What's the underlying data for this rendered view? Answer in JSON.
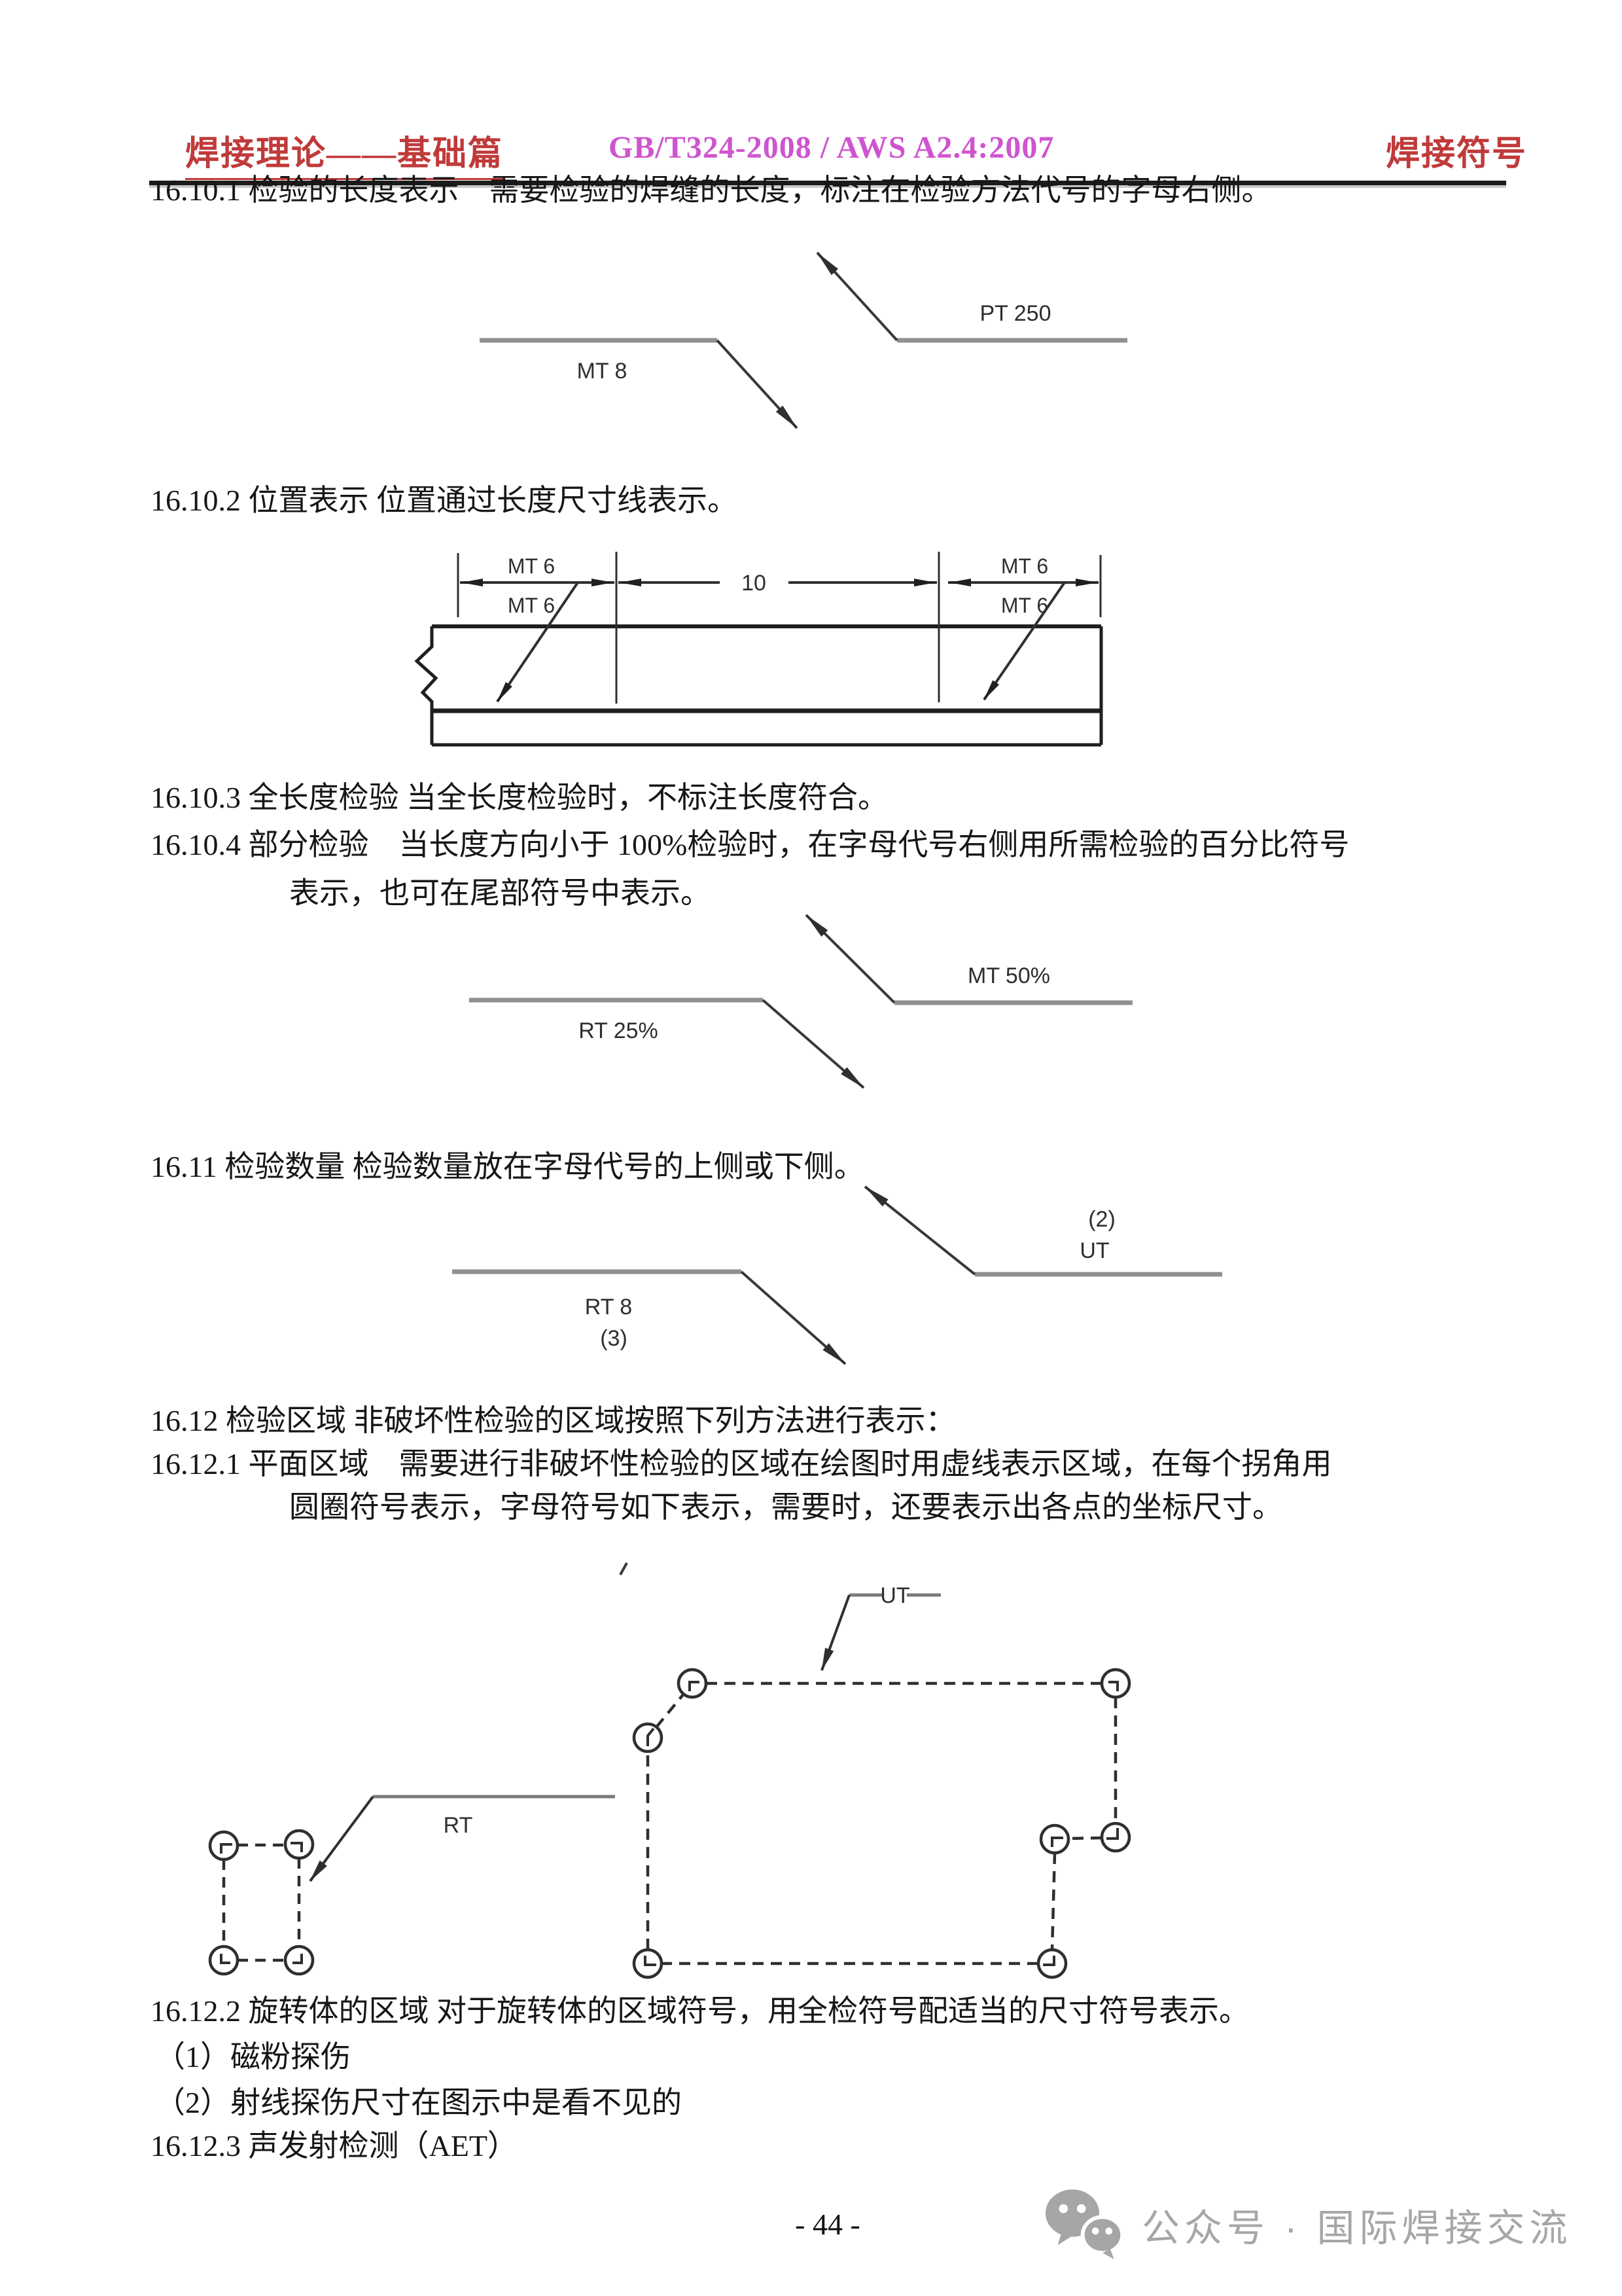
{
  "header": {
    "left_title": "焊接理论——基础篇",
    "standard_code": "GB/T324-2008 / AWS A2.4:2007",
    "right_title": "焊接符号"
  },
  "paragraphs": [
    {
      "text": "16.10.1 检验的长度表示　需要检验的焊缝的长度，标注在检验方法代号的字母右侧。"
    },
    {
      "text": "16.10.2 位置表示 位置通过长度尺寸线表示。"
    },
    {
      "text": "16.10.3 全长度检验 当全长度检验时，不标注长度符合。"
    },
    {
      "text": "16.10.4 部分检验　当长度方向小于 100%检验时，在字母代号右侧用所需检验的百分比符号"
    },
    {
      "text": "表示，也可在尾部符号中表示。"
    },
    {
      "text": "16.11 检验数量 检验数量放在字母代号的上侧或下侧。"
    },
    {
      "text": "16.12 检验区域 非破坏性检验的区域按照下列方法进行表示："
    },
    {
      "text": "16.12.1 平面区域　需要进行非破坏性检验的区域在绘图时用虚线表示区域，在每个拐角用"
    },
    {
      "text": "圆圈符号表示，字母符号如下表示，需要时，还要表示出各点的坐标尺寸。"
    },
    {
      "text": "16.12.2 旋转体的区域 对于旋转体的区域符号，用全检符号配适当的尺寸符号表示。"
    },
    {
      "text": "（1）磁粉探伤"
    },
    {
      "text": "（2）射线探伤尺寸在图示中是看不见的"
    },
    {
      "text": "16.12.3 声发射检测（AET）"
    }
  ],
  "diagram_length": {
    "left_label": "MT 8",
    "right_label": "PT 250"
  },
  "diagram_position": {
    "left_top_label": "MT 6",
    "left_bottom_label": "MT 6",
    "right_top_label": "MT 6",
    "right_bottom_label": "MT 6",
    "dimension": "10"
  },
  "diagram_partial": {
    "left_label": "RT 25%",
    "right_label": "MT 50%"
  },
  "diagram_count": {
    "left_top_label": "RT 8",
    "left_bottom_label": "(3)",
    "right_top_label": "(2)",
    "right_bottom_label": "UT"
  },
  "diagram_area": {
    "left_label": "RT",
    "right_label": "UT"
  },
  "footer": {
    "page_number": "- 44 -",
    "watermark": "公众号 · 国际焊接交流"
  },
  "colors": {
    "title_red": "#c03a3a",
    "standard_magenta": "#cf54cf",
    "watermark_gray": "#a6a6a6",
    "line_dark": "#2f2f2f",
    "ref_line_gray": "#8f8f8f"
  }
}
